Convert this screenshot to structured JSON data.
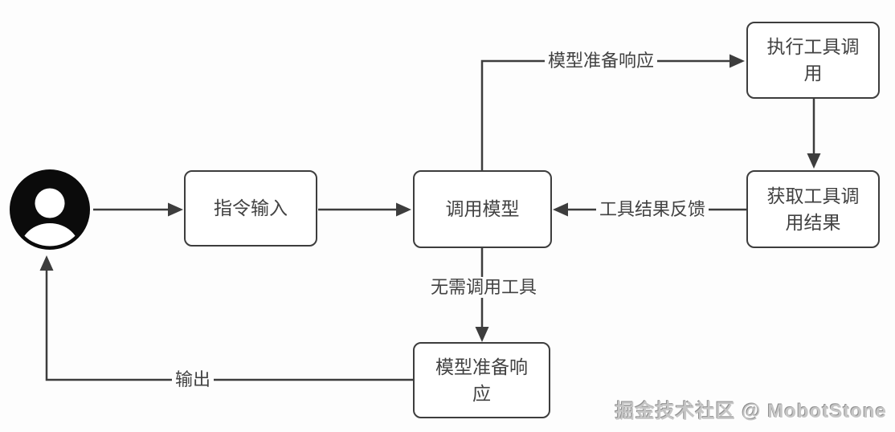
{
  "diagram": {
    "nodes": {
      "user": {
        "icon": "user-avatar-icon"
      },
      "instruction_input": {
        "label": "指令输入"
      },
      "call_model": {
        "label": "调用模型"
      },
      "execute_tool_call": {
        "label": "执行工具调用"
      },
      "get_tool_call_result": {
        "label": "获取工具调用结果"
      },
      "model_ready_response": {
        "label": "模型准备响应"
      }
    },
    "edge_labels": {
      "model_ready_to_respond": "模型准备响应",
      "tool_result_feedback": "工具结果反馈",
      "no_tool_needed": "无需调用工具",
      "output": "输出"
    },
    "watermark": "掘金技术社区 @ MobotStone",
    "colors": {
      "line": "#3d3d3d",
      "box_border": "#3d3d3d",
      "box_fill": "#ffffff",
      "text": "#424242",
      "avatar": "#0b0b0b",
      "watermark_gray": "#8f8f8f"
    }
  }
}
